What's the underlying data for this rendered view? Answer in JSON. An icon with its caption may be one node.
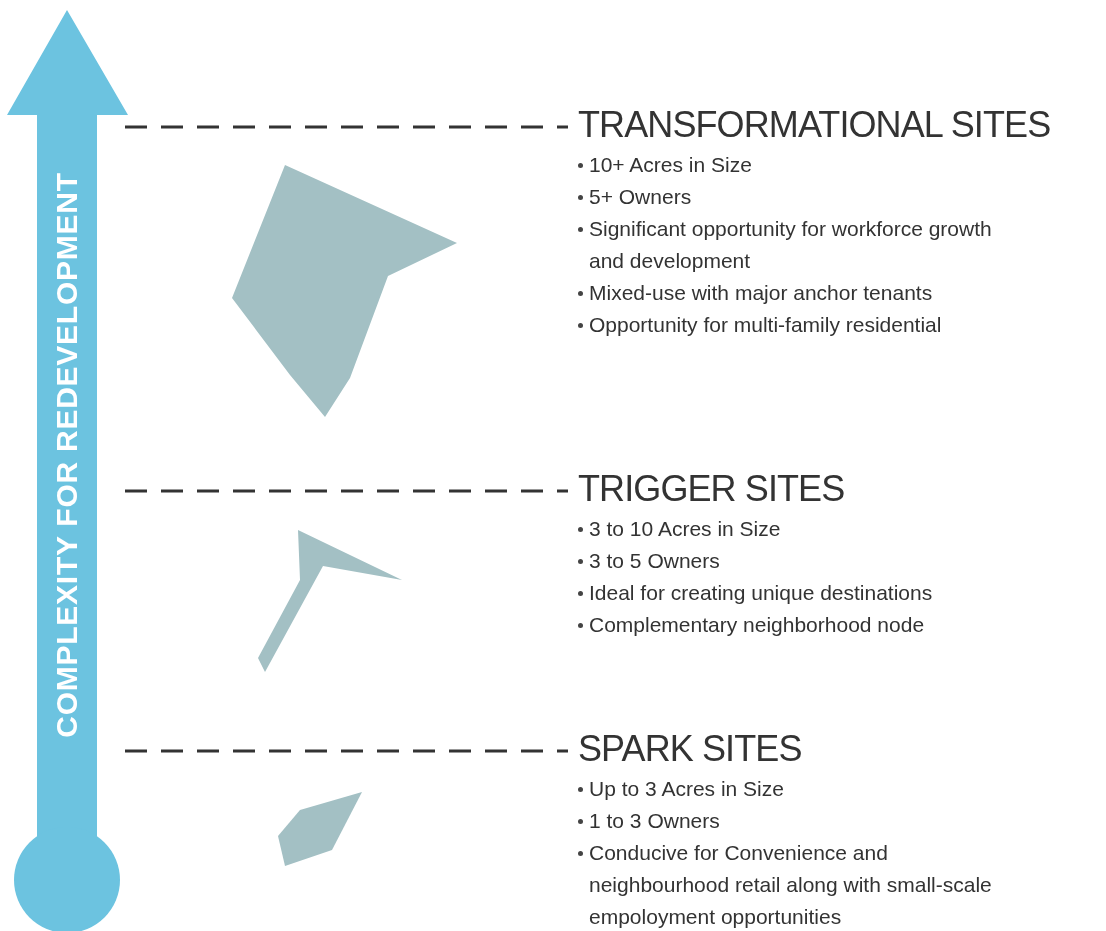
{
  "diagram": {
    "nodes": [
      {
        "text": [
          "COMPLEXITY FOR REDEVELOPMENT"
        ]
      },
      {
        "text": [
          "TRANSFORMATIONAL SITES",
          "10+ Acres in Size",
          "5+ Owners",
          "Significant opportunity for workforce growth and development",
          "Mixed-use with major anchor tenants",
          "Opportunity for multi-family residential"
        ]
      },
      {
        "text": [
          "TRIGGER SITES",
          "3 to 10 Acres in Size",
          "3 to 5 Owners",
          "Ideal for creating unique destinations",
          "Complementary neighborhood node"
        ]
      },
      {
        "text": [
          "SPARK SITES",
          "Up to 3 Acres in Size",
          "1 to 3 Owners",
          "Conducive for Convenience and neighbourhood retail along with small-scale empoloyment opportunities"
        ]
      }
    ],
    "edges": [
      {
        "from": 0,
        "to": 1,
        "arrow": "none",
        "style": "dashed"
      },
      {
        "from": 0,
        "to": 2,
        "arrow": "none",
        "style": "dashed"
      },
      {
        "from": 0,
        "to": 3,
        "arrow": "none",
        "style": "dashed"
      }
    ]
  }
}
